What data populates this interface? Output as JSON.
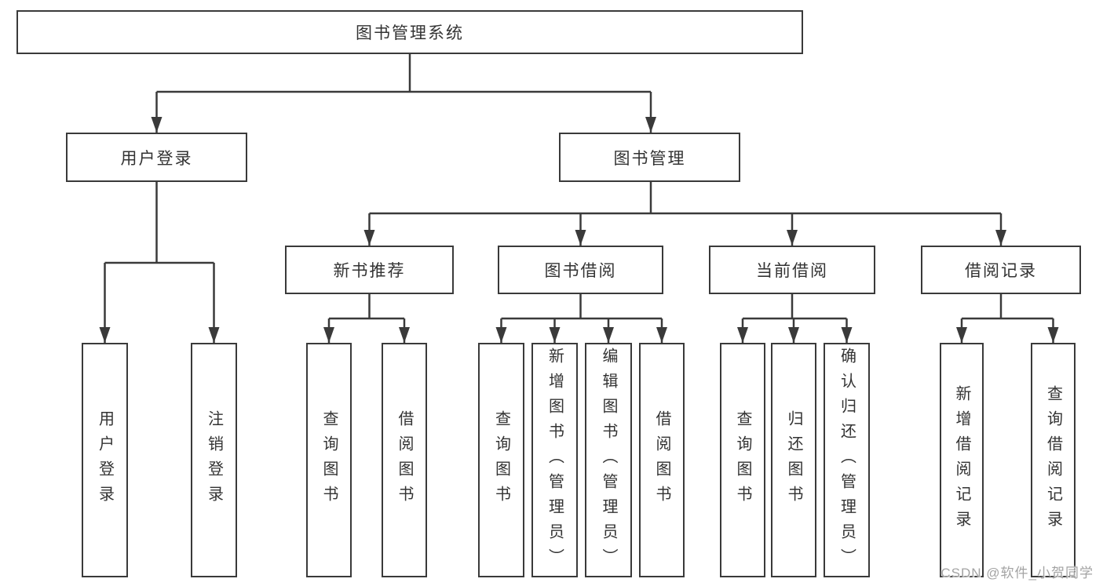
{
  "diagram": {
    "tree": {
      "label": "图书管理系统",
      "children": [
        {
          "label": "用户登录",
          "children": [
            {
              "label": "用户登录"
            },
            {
              "label": "注销登录"
            }
          ]
        },
        {
          "label": "图书管理",
          "children": [
            {
              "label": "新书推荐",
              "children": [
                {
                  "label": "查询图书"
                },
                {
                  "label": "借阅图书"
                }
              ]
            },
            {
              "label": "图书借阅",
              "children": [
                {
                  "label": "查询图书"
                },
                {
                  "label": "新增图书（管理员）"
                },
                {
                  "label": "编辑图书（管理员）"
                },
                {
                  "label": "借阅图书"
                }
              ]
            },
            {
              "label": "当前借阅",
              "children": [
                {
                  "label": "查询图书"
                },
                {
                  "label": "归还图书"
                },
                {
                  "label": "确认归还（管理员）"
                }
              ]
            },
            {
              "label": "借阅记录",
              "children": [
                {
                  "label": "新增借阅记录"
                },
                {
                  "label": "查询借阅记录"
                }
              ]
            }
          ]
        }
      ]
    }
  },
  "watermark": {
    "text": "CSDN @软件_小贺同学"
  },
  "colors": {
    "line": "#3a3a3a",
    "text": "#333333",
    "box-bg": "#ffffff",
    "bg": "#ffffff",
    "watermark": "#a3a3a3"
  }
}
